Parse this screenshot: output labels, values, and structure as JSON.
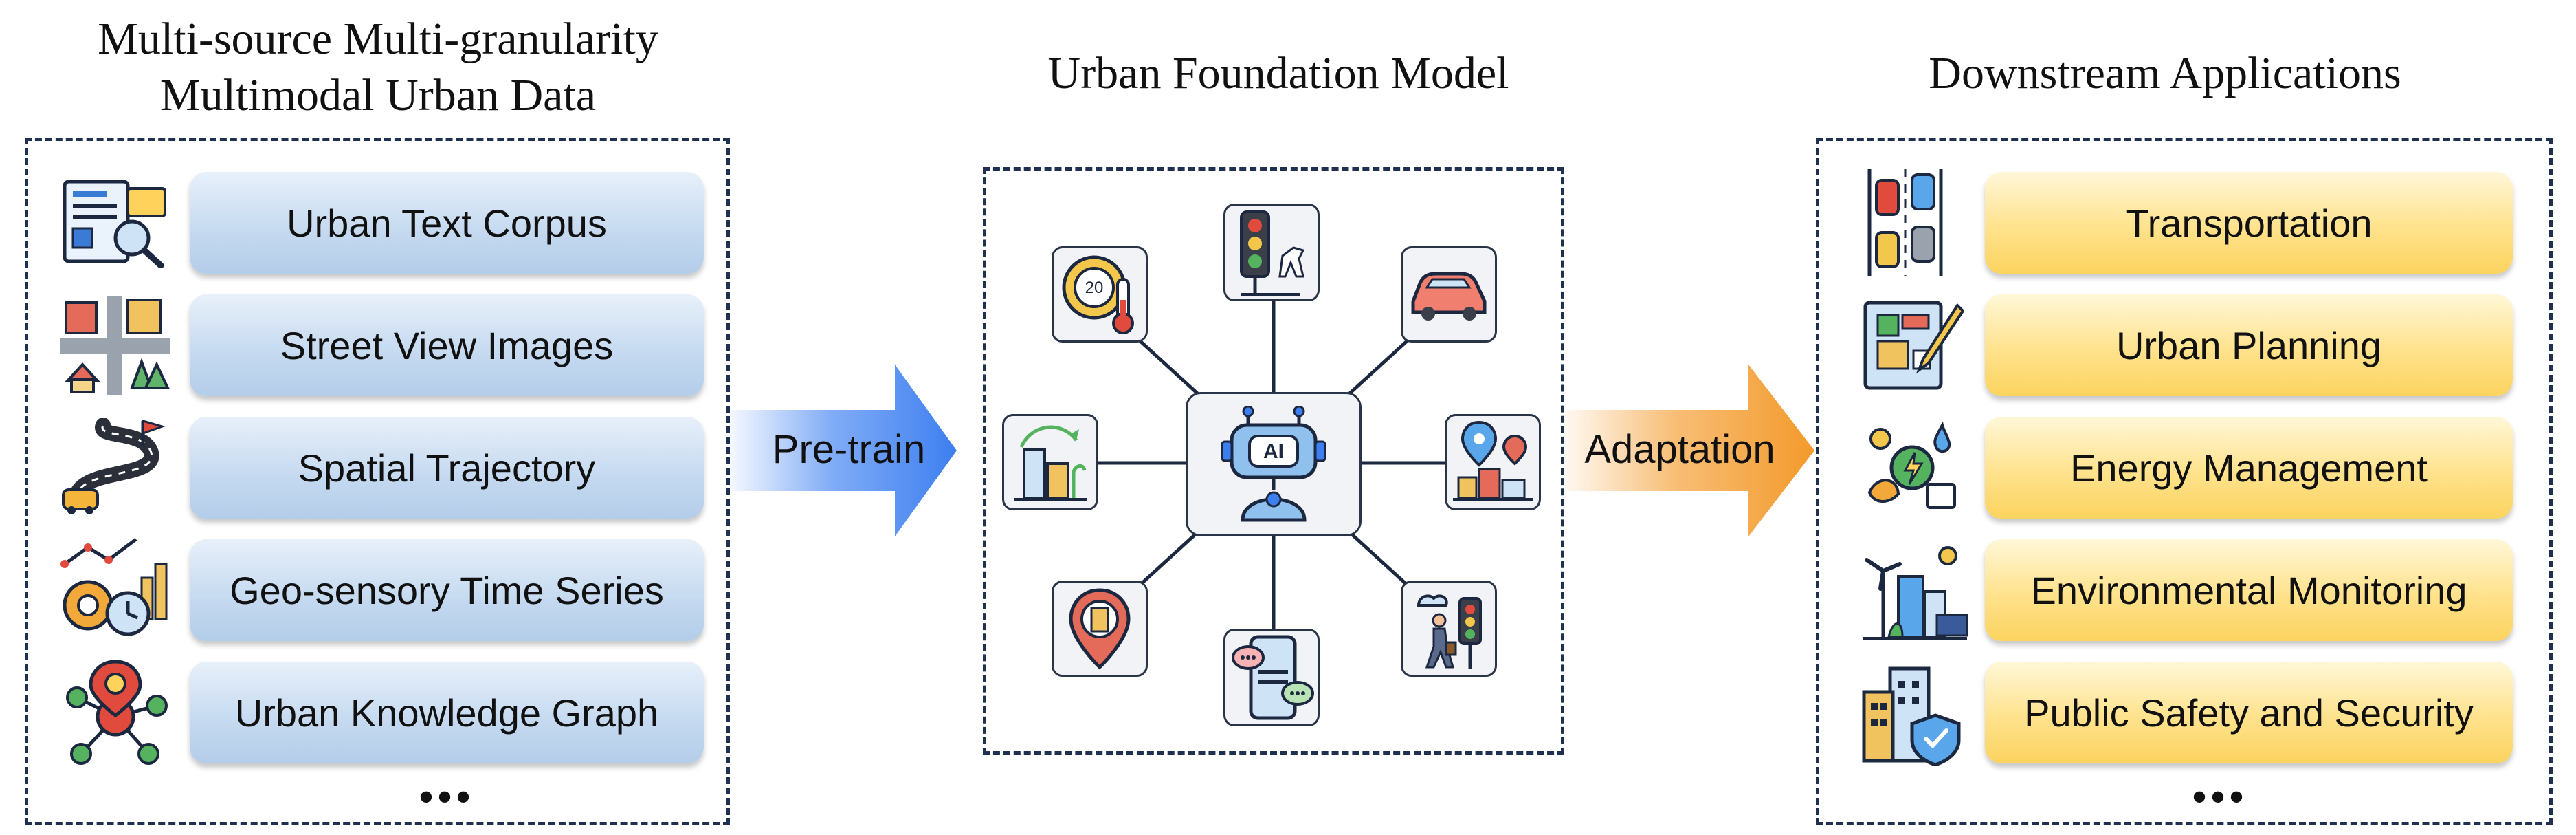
{
  "left": {
    "title_line1": "Multi-source Multi-granularity",
    "title_line2": "Multimodal Urban Data",
    "items": [
      {
        "label": "Urban Text Corpus",
        "icon": "document-search-icon"
      },
      {
        "label": "Street View Images",
        "icon": "street-view-icon"
      },
      {
        "label": "Spatial Trajectory",
        "icon": "trajectory-icon"
      },
      {
        "label": "Geo-sensory Time Series",
        "icon": "sensor-timeseries-icon"
      },
      {
        "label": "Urban Knowledge Graph",
        "icon": "knowledge-graph-icon"
      }
    ],
    "ellipsis": "•••"
  },
  "middle": {
    "title": "Urban Foundation Model",
    "center_label": "AI",
    "nodes": [
      "thermostat-icon",
      "traffic-light-icon",
      "car-icon",
      "building-cycle-icon",
      "map-pin-buildings-icon",
      "location-pin-icon",
      "chat-phone-icon",
      "pedestrian-icon"
    ],
    "thermostat_value": "20"
  },
  "arrows": {
    "pretrain": "Pre-train",
    "adaptation": "Adaptation",
    "pretrain_color": "#3d7ff0",
    "adaptation_color": "#f39a2b"
  },
  "right": {
    "title": "Downstream Applications",
    "items": [
      {
        "label": "Transportation",
        "icon": "traffic-cars-icon"
      },
      {
        "label": "Urban Planning",
        "icon": "blueprint-icon"
      },
      {
        "label": "Energy Management",
        "icon": "energy-icon"
      },
      {
        "label": "Environmental Monitoring",
        "icon": "wind-city-icon"
      },
      {
        "label": "Public Safety and Security",
        "icon": "secure-building-icon"
      }
    ],
    "ellipsis": "•••"
  }
}
